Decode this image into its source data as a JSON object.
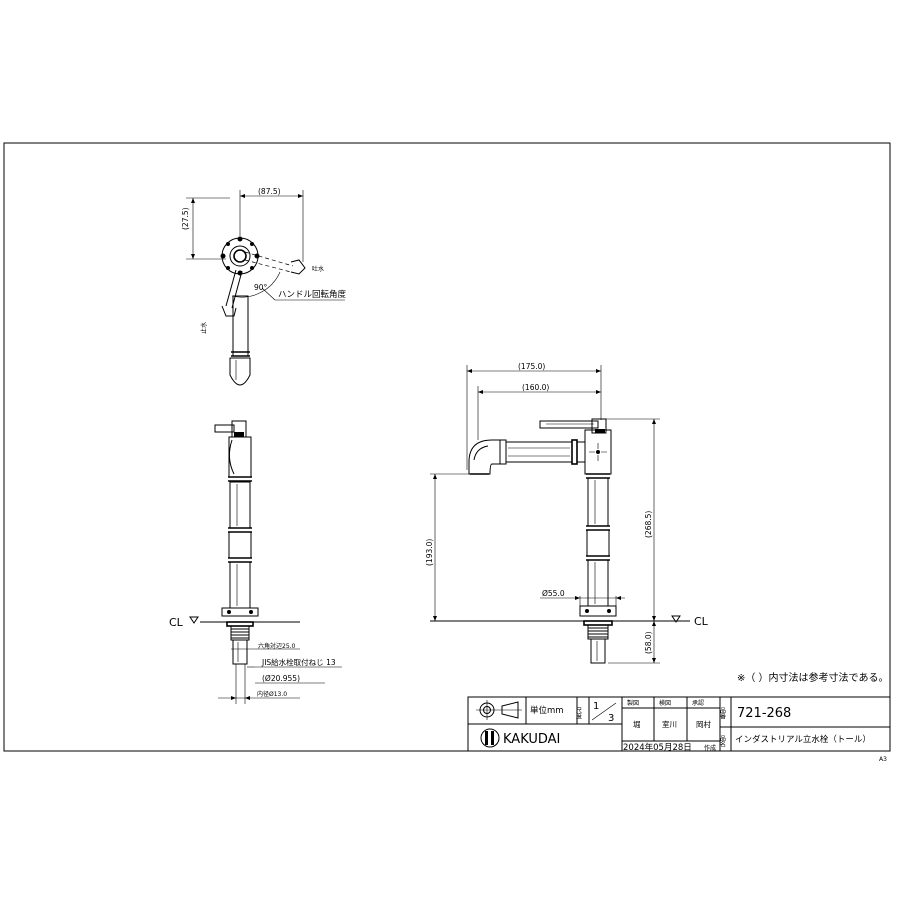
{
  "dimensions": {
    "top_width": "(87.5)",
    "top_offset": "(27.5)",
    "width_overall": "(175.0)",
    "width_spout": "(160.0)",
    "height_spout": "(193.0)",
    "height_overall": "(268.5)",
    "base_dia": "Ø55.0",
    "below_counter": "(58.0)",
    "hex": "六角対辺25.0",
    "jis_thread": "JIS給水栓取付ねじ 13",
    "thread_dia": "(Ø20.955)",
    "inner_dia": "内径Ø13.0",
    "angle": "90°"
  },
  "labels": {
    "open_water": "吐水",
    "stop_water": "止水",
    "handle_rotation": "ハンドル回転角度",
    "cl_left": "CL",
    "cl_right": "CL",
    "reference_note": "※（ ）内寸法は参考寸法である。",
    "sheet_size": "A3"
  },
  "title_block": {
    "unit_label": "単位mm",
    "scale_label": "尺度",
    "scale_num": "1",
    "scale_den": "3",
    "col_made": "製図",
    "col_check": "検図",
    "col_approve": "承認",
    "name_made": "堀",
    "name_check": "室川",
    "name_approve": "岡村",
    "drawing_no_label": "品番",
    "drawing_no": "721-268",
    "product_label": "品名",
    "product_name": "インダストリアル立水栓（トール）",
    "date": "2024年05月28日",
    "date_suffix": "作成",
    "company": "KAKUDAI"
  }
}
